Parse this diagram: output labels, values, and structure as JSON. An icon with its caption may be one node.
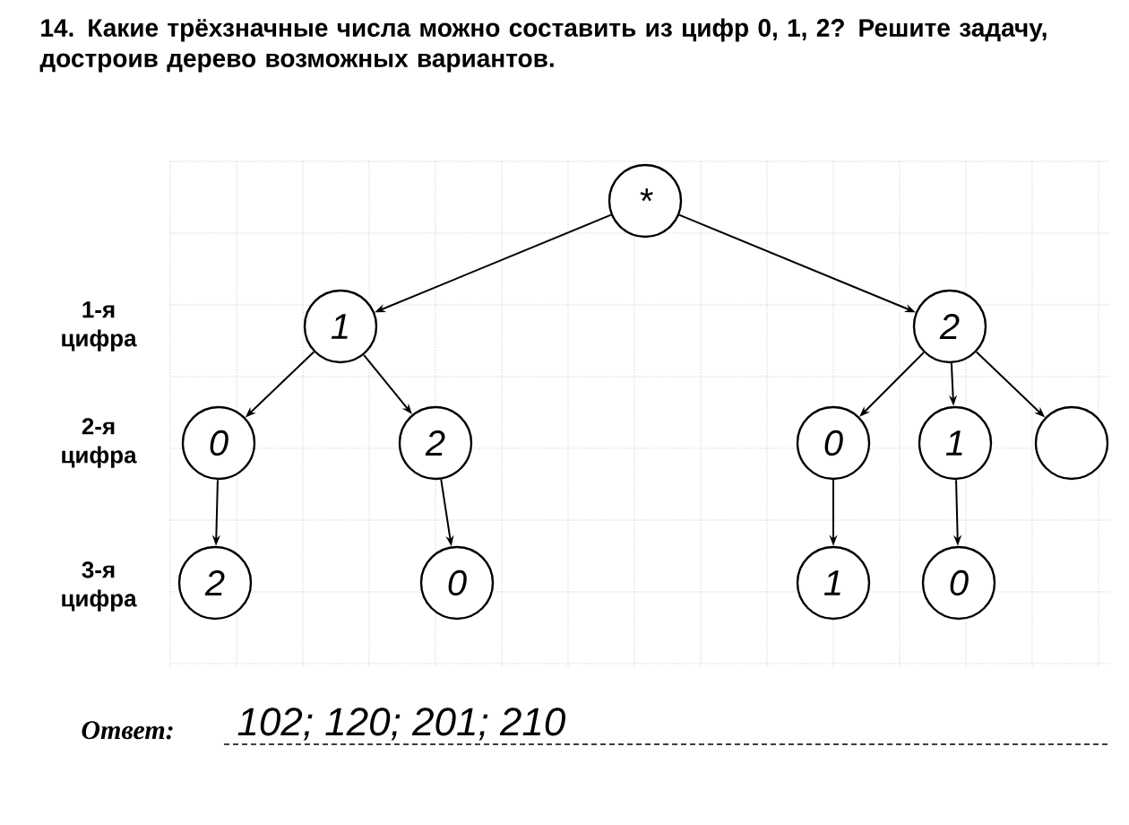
{
  "diagram": {
    "title": "14. Какие трёхзначные числа можно составить из цифр 0, 1, 2? Решите задачу, достроив дерево возможных вариантов.",
    "nodes": [
      {
        "text": [
          "*"
        ]
      },
      {
        "text": [
          "1"
        ]
      },
      {
        "text": [
          "2"
        ]
      },
      {
        "text": [
          "0"
        ]
      },
      {
        "text": [
          "2"
        ]
      },
      {
        "text": [
          "0"
        ]
      },
      {
        "text": [
          "1"
        ]
      },
      {
        "text": [],
        "shape": "circle"
      },
      {
        "text": [
          "2"
        ]
      },
      {
        "text": [
          "0"
        ]
      },
      {
        "text": [
          "1"
        ]
      },
      {
        "text": [
          "0"
        ]
      }
    ],
    "edges": [
      {
        "from": 0,
        "to": 1,
        "arrow": "to"
      },
      {
        "from": 0,
        "to": 2,
        "arrow": "to"
      },
      {
        "from": 1,
        "to": 3,
        "arrow": "to"
      },
      {
        "from": 1,
        "to": 4,
        "arrow": "to"
      },
      {
        "from": 2,
        "to": 5,
        "arrow": "to"
      },
      {
        "from": 2,
        "to": 6,
        "arrow": "to"
      },
      {
        "from": 2,
        "to": 7,
        "arrow": "to"
      },
      {
        "from": 3,
        "to": 8,
        "arrow": "to"
      },
      {
        "from": 4,
        "to": 9,
        "arrow": "to"
      },
      {
        "from": 5,
        "to": 10,
        "arrow": "to"
      },
      {
        "from": 6,
        "to": 11,
        "arrow": "to"
      }
    ],
    "labels": [
      "1-я цифра",
      "2-я цифра",
      "3-я цифра",
      "Ответ:",
      "102; 120; 201; 210"
    ]
  }
}
